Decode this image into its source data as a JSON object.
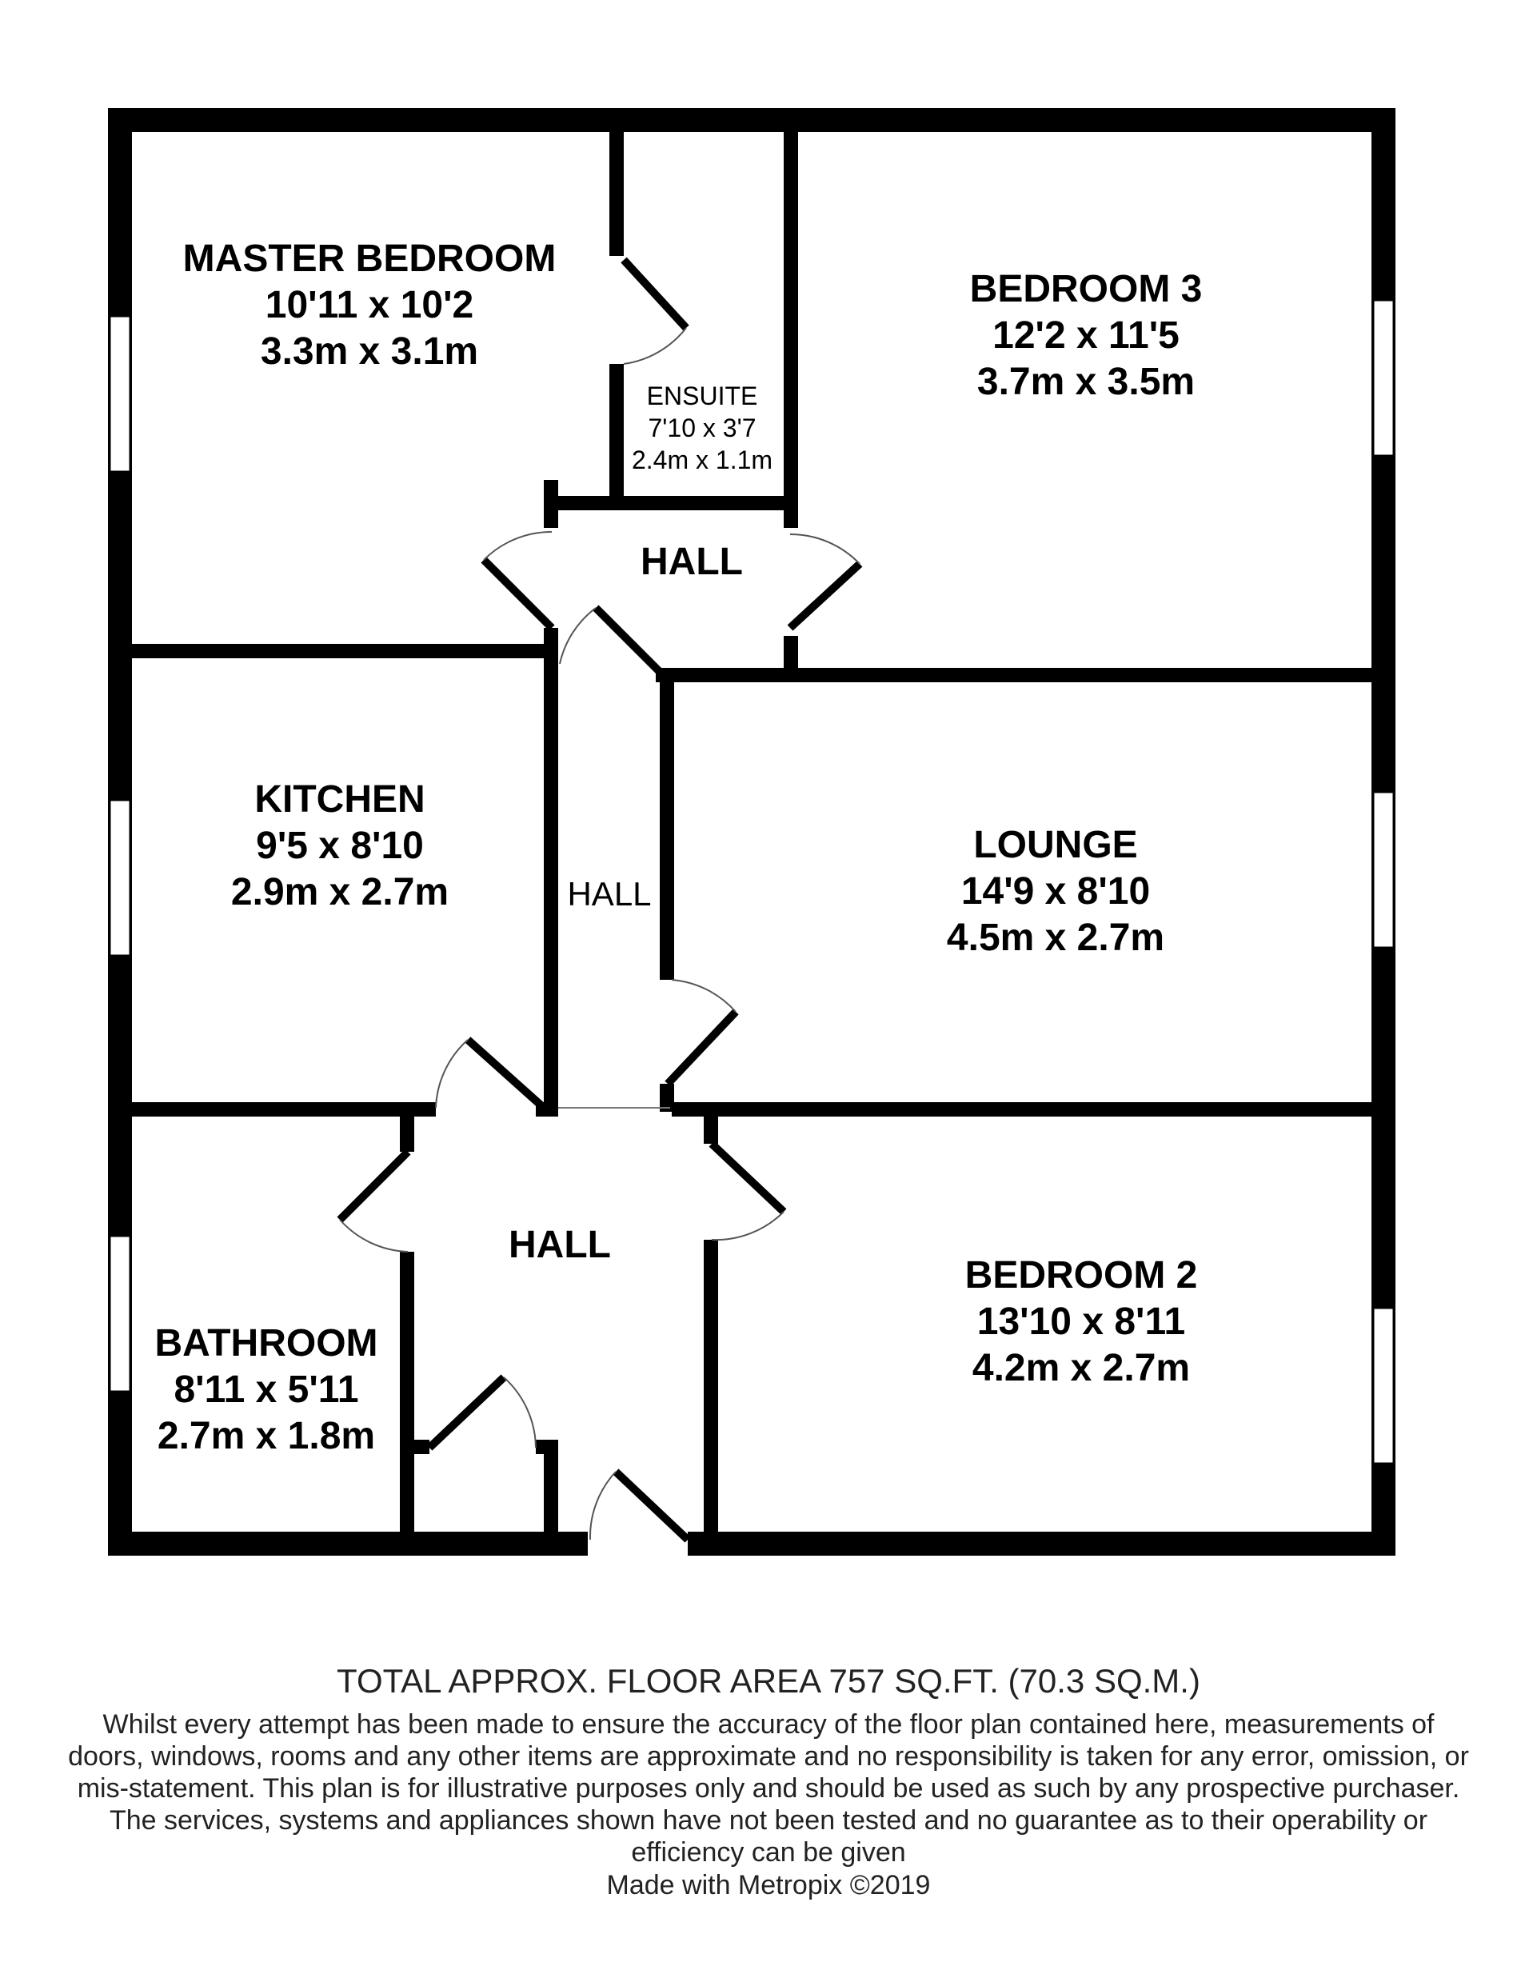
{
  "rooms": {
    "master_bedroom": {
      "name": "MASTER BEDROOM",
      "imperial": "10'11 x 10'2",
      "metric": "3.3m x 3.1m"
    },
    "ensuite": {
      "name": "ENSUITE",
      "imperial": "7'10 x 3'7",
      "metric": "2.4m x 1.1m"
    },
    "bedroom_3": {
      "name": "BEDROOM 3",
      "imperial": "12'2 x 11'5",
      "metric": "3.7m x 3.5m"
    },
    "hall_top": {
      "name": "HALL"
    },
    "kitchen": {
      "name": "KITCHEN",
      "imperial": "9'5 x 8'10",
      "metric": "2.9m x 2.7m"
    },
    "hall_middle": {
      "name": "HALL"
    },
    "lounge": {
      "name": "LOUNGE",
      "imperial": "14'9 x 8'10",
      "metric": "4.5m x 2.7m"
    },
    "hall_bottom": {
      "name": "HALL"
    },
    "bathroom": {
      "name": "BATHROOM",
      "imperial": "8'11 x 5'11",
      "metric": "2.7m x 1.8m"
    },
    "bedroom_2": {
      "name": "BEDROOM 2",
      "imperial": "13'10 x 8'11",
      "metric": "4.2m x 2.7m"
    }
  },
  "footer": {
    "total_area": "TOTAL APPROX. FLOOR AREA 757 SQ.FT. (70.3 SQ.M.)",
    "disclaimer": "Whilst every attempt has been made to ensure the accuracy of the floor plan contained here, measurements of doors, windows, rooms and any other items are approximate and no responsibility is taken for any error, omission, or mis-statement. This plan is for illustrative purposes only and should be used as such by any prospective purchaser. The services, systems and appliances shown have not been tested and no guarantee as to their operability or efficiency can be given",
    "credit": "Made with Metropix ©2019"
  },
  "colors": {
    "wall": "#000000",
    "background": "#ffffff",
    "text": "#222222"
  }
}
